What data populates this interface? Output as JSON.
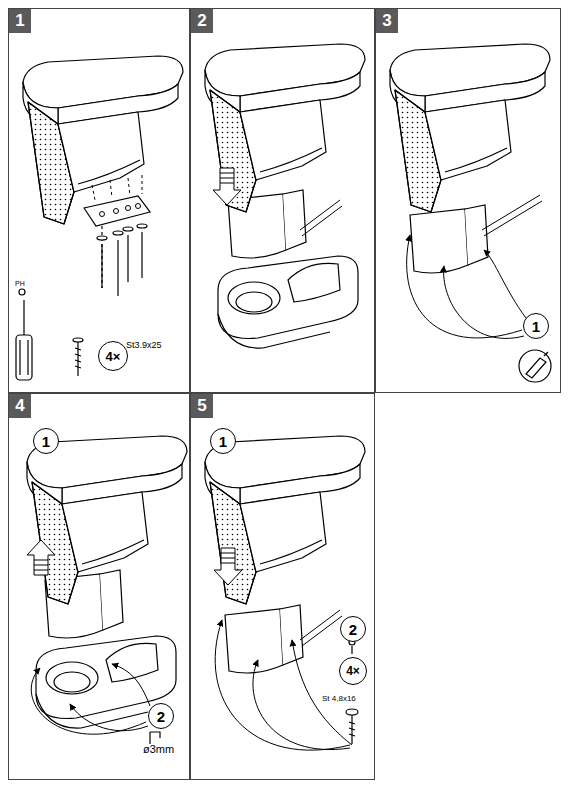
{
  "diagram": {
    "nodes": [
      {
        "text": [
          "1"
        ]
      },
      {
        "text": [
          "4×"
        ],
        "in": 0
      },
      {
        "text": [
          "2"
        ]
      },
      {
        "text": [
          "3"
        ]
      },
      {
        "text": [
          "1"
        ],
        "in": 3
      },
      {
        "text": [
          "4"
        ]
      },
      {
        "text": [
          "1"
        ],
        "in": 5
      },
      {
        "text": [
          "2"
        ],
        "in": 5
      },
      {
        "text": [
          "5"
        ]
      },
      {
        "text": [
          "1"
        ],
        "in": 8
      },
      {
        "text": [
          "2"
        ],
        "in": 8
      },
      {
        "text": [
          "4×"
        ],
        "in": 8
      }
    ],
    "labels": [
      "PH",
      "St3.9x25",
      "ø3mm",
      "St 4,8x16"
    ]
  }
}
